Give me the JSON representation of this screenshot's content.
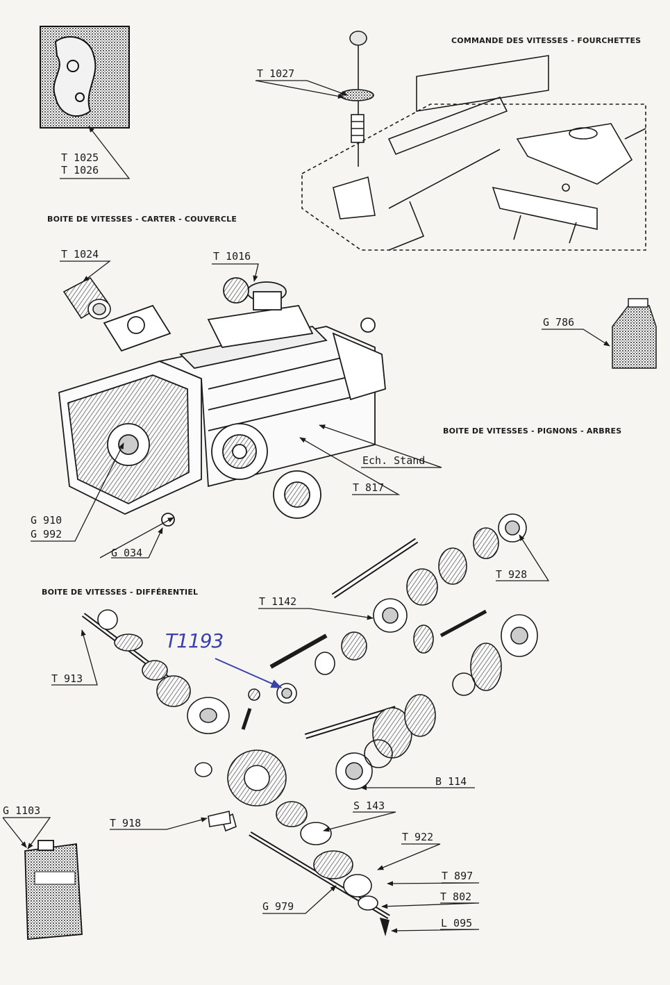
{
  "headings": {
    "commande": "COMMANDE DES VITESSES - FOURCHETTES",
    "carter": "BOITE DE VITESSES - CARTER - COUVERCLE",
    "pignons": "BOITE DE VITESSES - PIGNONS - ARBRES",
    "differentiel": "BOITE DE VITESSES - DIFFÉRENTIEL"
  },
  "labels": {
    "t1027": "T 1027",
    "t1025": "T 1025",
    "t1026": "T 1026",
    "t1024": "T 1024",
    "t1016": "T 1016",
    "g786": "G 786",
    "ech_stand": "Ech. Stand",
    "t817": "T 817",
    "g910": "G 910",
    "g992": "G 992",
    "g034": "G 034",
    "t928": "T 928",
    "t1142": "T 1142",
    "t913": "T 913",
    "b114": "B 114",
    "g1103": "G 1103",
    "t918": "T 918",
    "s143": "S 143",
    "t922": "T 922",
    "t897": "T 897",
    "t802": "T 802",
    "g979": "G 979",
    "l095": "L 095"
  },
  "handwritten": "T1193",
  "colors": {
    "ink": "#1b1b1b",
    "paper": "#f6f5f1",
    "handwriting": "#3a41a8"
  }
}
